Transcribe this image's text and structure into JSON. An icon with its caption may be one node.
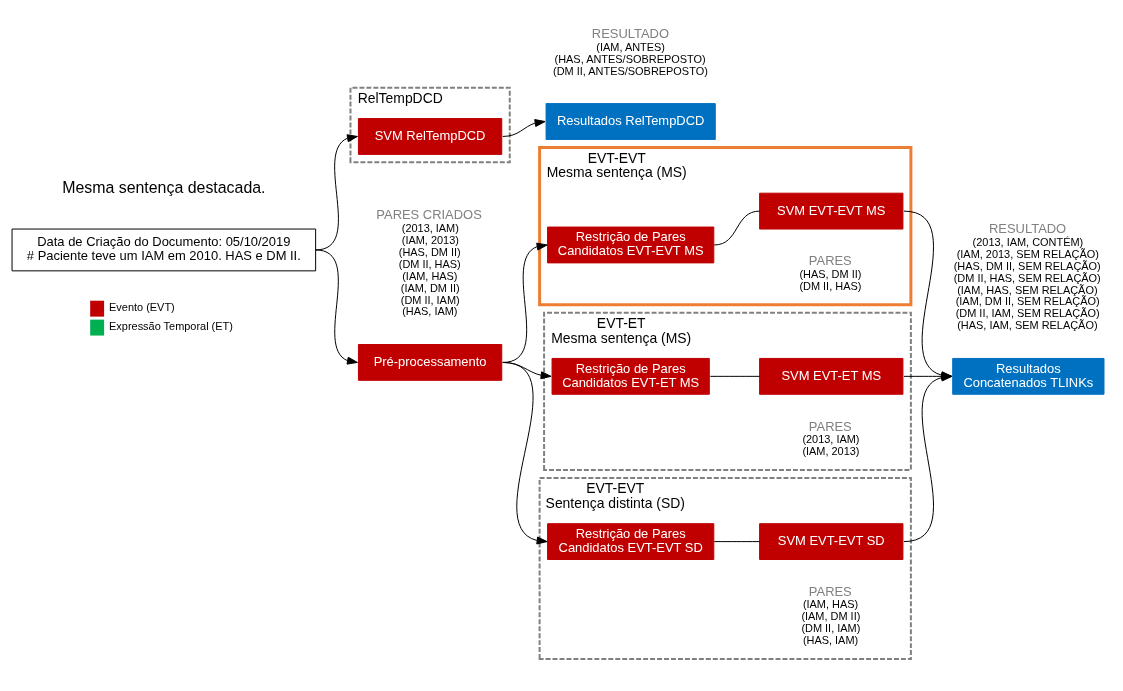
{
  "diagram": {
    "nodes": [
      {
        "text": [
          "Data de Criação do Documento: 05/10/2019",
          "# Paciente teve um IAM em 2010. HAS e DM II."
        ]
      },
      {
        "text": [
          "Pré-processamento"
        ],
        "beside": [
          "PARES CRIADOS",
          "(2013, IAM)",
          "(IAM, 2013)",
          "(HAS, DM II)",
          "(DM II, HAS)",
          "(IAM, HAS)",
          "(IAM, DM II)",
          "(DM II, IAM)",
          "(HAS, IAM)"
        ]
      },
      {
        "text": [
          "EVT-EVT",
          "Mesma sentença (MS)"
        ]
      },
      {
        "text": [
          "Restrição de Pares Candidatos EVT-EVT MS"
        ],
        "in": 2
      },
      {
        "text": [
          "SVM EVT-EVT MS"
        ],
        "in": 2,
        "beside": [
          "PARES",
          "(HAS, DM II)",
          "(DM II, HAS)"
        ]
      },
      {
        "text": [
          "EVT-ET",
          "Mesma sentença (MS)"
        ]
      },
      {
        "text": [
          "Restrição de Pares Candidatos EVT-ET MS"
        ],
        "in": 5
      },
      {
        "text": [
          "SVM EVT-ET MS"
        ],
        "in": 5,
        "beside": [
          "PARES",
          "(2013, IAM)",
          "(IAM, 2013)"
        ]
      },
      {
        "text": [
          "EVT-EVT",
          "Sentença distinta (SD)"
        ]
      },
      {
        "text": [
          "Restrição de Pares Candidatos EVT-EVT SD"
        ],
        "in": 8
      },
      {
        "text": [
          "SVM EVT-EVT SD"
        ],
        "in": 8,
        "beside": [
          "PARES",
          "(IAM, HAS)",
          "(IAM, DM II)",
          "(DM II, IAM)",
          "(HAS, IAM)"
        ]
      },
      {
        "text": [
          "RelTempDCD"
        ]
      },
      {
        "text": [
          "SVM RelTempDCD"
        ],
        "in": 11
      },
      {
        "text": [
          "Resultados Concatenados TLINKs"
        ],
        "beside": [
          "RESULTADO",
          "(2013, IAM, CONTÉM)",
          "(IAM, 2013, SEM RELAÇÃO)",
          "(HAS, DM II, SEM RELAÇÃO)",
          "(DM II, HAS, SEM RELAÇÃO)",
          "(IAM, HAS, SEM RELAÇÃO)",
          "(IAM, DM II, SEM RELAÇÃO)",
          "(DM II, IAM, SEM RELAÇÃO)",
          "(HAS, IAM, SEM RELAÇÃO)"
        ]
      },
      {
        "text": [
          "Resultados RelTempDCD"
        ],
        "beside": [
          "RESULTADO",
          "(IAM, ANTES)",
          "(HAS, ANTES/SOBREPOSTO)",
          "(DM II, ANTES/SOBREPOSTO)"
        ]
      }
    ],
    "edges": [
      {
        "from": 0,
        "to": 1,
        "arrow": "to"
      },
      {
        "from": 1,
        "to": 3,
        "arrow": "to"
      },
      {
        "from": 1,
        "to": 6,
        "arrow": "to"
      },
      {
        "from": 1,
        "to": 9,
        "arrow": "to"
      },
      {
        "from": 3,
        "to": 4,
        "arrow": "none"
      },
      {
        "from": 6,
        "to": 7,
        "arrow": "none"
      },
      {
        "from": 9,
        "to": 10,
        "arrow": "none"
      },
      {
        "from": 4,
        "to": 13,
        "arrow": "to"
      },
      {
        "from": 7,
        "to": 13,
        "arrow": "to"
      },
      {
        "from": 10,
        "to": 13,
        "arrow": "to"
      },
      {
        "from": 0,
        "to": 12,
        "arrow": "to"
      },
      {
        "from": 12,
        "to": 14,
        "arrow": "to"
      }
    ],
    "labels": [
      "Mesma sentença destacada."
    ],
    "legend": [
      {
        "text": "Evento (EVT)",
        "color": "#c00000"
      },
      {
        "text": "Expressão Temporal (ET)",
        "color": "#00b050"
      }
    ]
  }
}
